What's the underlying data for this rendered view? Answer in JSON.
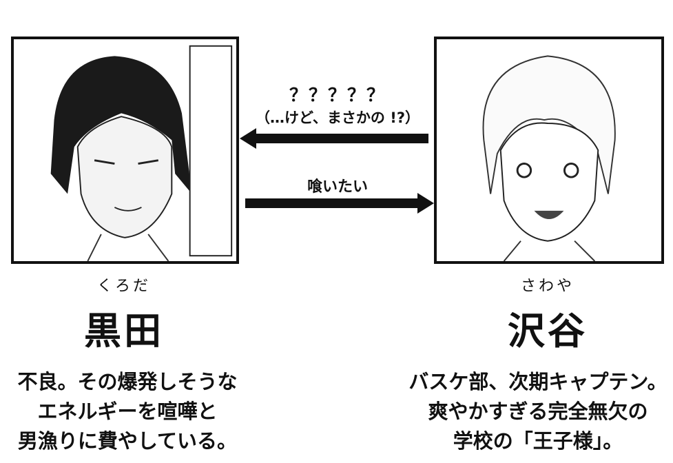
{
  "relation": {
    "to_kuroda_line1": "？？？？？",
    "to_kuroda_line2": "（…けど、まさかの !?）",
    "to_sawaya": "喰いたい"
  },
  "characters": [
    {
      "reading": "くろだ",
      "name": "黒田",
      "description": [
        "不良。その爆発しそうな",
        "エネルギーを喧嘩と",
        "男漁りに費やしている。"
      ]
    },
    {
      "reading": "さわや",
      "name": "沢谷",
      "description": [
        "バスケ部、次期キャプテン。",
        "爽やかすぎる完全無欠の",
        "学校の「王子様」。"
      ]
    }
  ]
}
